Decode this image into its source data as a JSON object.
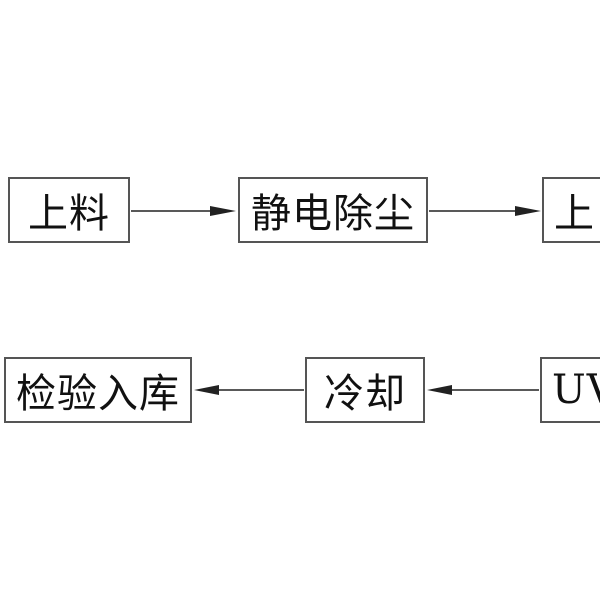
{
  "diagram": {
    "colors": {
      "border": "#555555",
      "arrow": "#222222",
      "text": "#111111"
    },
    "steps": [
      {
        "id": "loading",
        "label": "上料"
      },
      {
        "id": "electrostatic-dust-removal",
        "label": "静电除尘"
      },
      {
        "id": "coating-partial",
        "label": "上"
      },
      {
        "id": "uv-partial",
        "label": "UV"
      },
      {
        "id": "cooling",
        "label": "冷却"
      },
      {
        "id": "inspection-storage",
        "label": "检验入库"
      }
    ],
    "flow": [
      {
        "from": "loading",
        "to": "electrostatic-dust-removal"
      },
      {
        "from": "electrostatic-dust-removal",
        "to": "coating-partial"
      },
      {
        "from": "uv-partial",
        "to": "cooling"
      },
      {
        "from": "cooling",
        "to": "inspection-storage"
      }
    ]
  }
}
